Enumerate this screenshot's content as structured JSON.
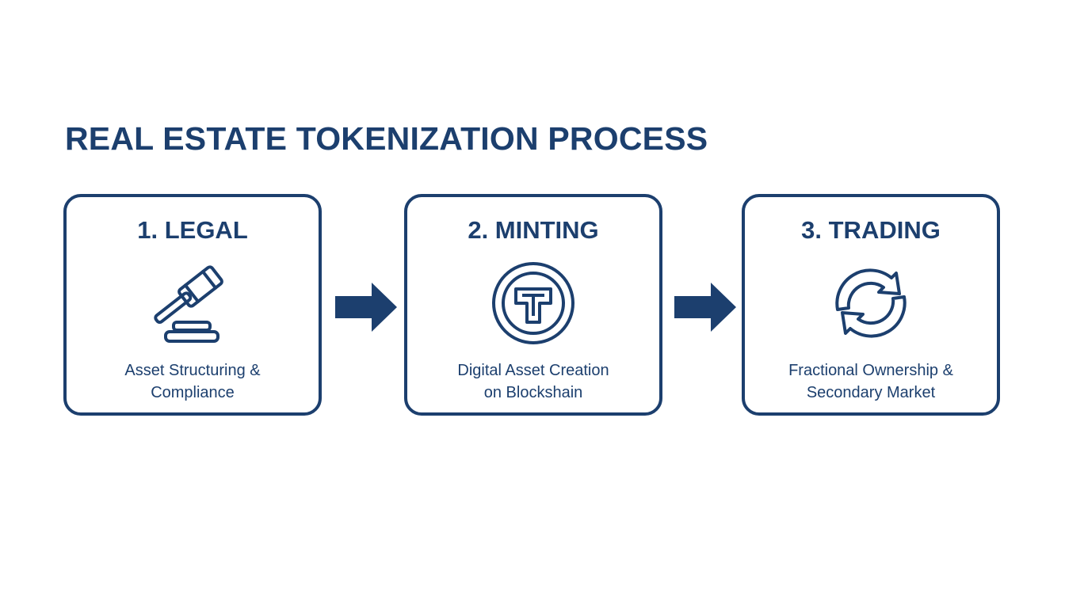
{
  "title": "REAL ESTATE TOKENIZATION PROCESS",
  "colors": {
    "primary": "#1c3f6e",
    "background": "#ffffff"
  },
  "steps": [
    {
      "title": "1. LEGAL",
      "icon": "gavel-icon",
      "description_lines": [
        "Asset Structuring &",
        "Compliance"
      ]
    },
    {
      "title": "2. MINTING",
      "icon": "token-coin-icon",
      "description_lines": [
        "Digital Asset Creation",
        "on Blockshain"
      ]
    },
    {
      "title": "3. TRADING",
      "icon": "exchange-arrows-icon",
      "description_lines": [
        "Fractional Ownership &",
        "Secondary Market"
      ]
    }
  ],
  "connectors": [
    "arrow-right-icon",
    "arrow-right-icon"
  ]
}
